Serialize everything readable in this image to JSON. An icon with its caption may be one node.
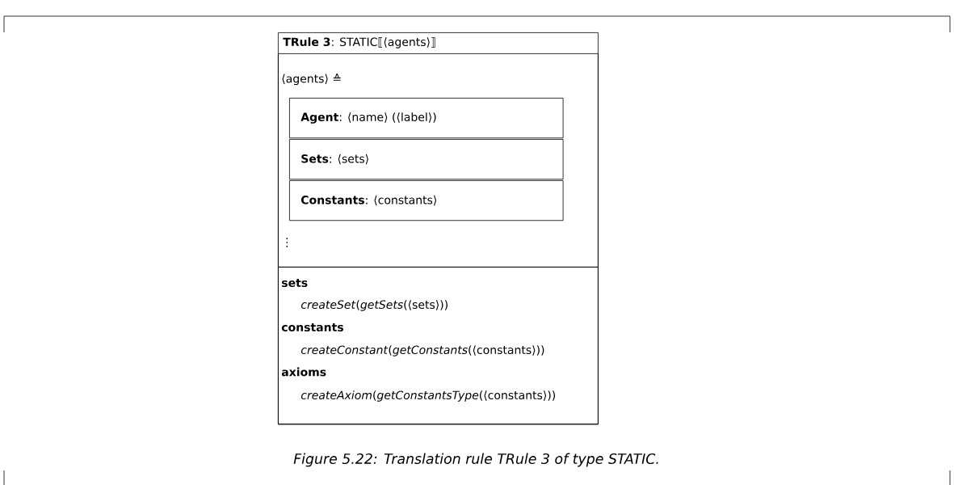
{
  "diagram": {
    "caption": "*Figure 5.22: Translation rule* TRule 3 *of type* STATIC.",
    "nodes": [
      {
        "text": [
          "**TRule 3**: STATIC⟦⟨agents⟩⟧"
        ]
      },
      {
        "text": [
          "⟨agents⟩ ≙",
          "⋮"
        ],
        "in": 0
      },
      {
        "text": [
          "**Agent**: ⟨name⟩ (⟨label⟩)"
        ],
        "in": 1
      },
      {
        "text": [
          "**Sets**: ⟨sets⟩"
        ],
        "in": 1
      },
      {
        "text": [
          "**Constants**: ⟨constants⟩"
        ],
        "in": 1
      },
      {
        "text": [
          "sets",
          "*createSet*(*getSets*(⟨sets⟩))",
          "constants",
          "*createConstant*(*getConstants*(⟨constants⟩))",
          "axioms",
          "*createAxiom*(*getConstantsType*(⟨constants⟩))"
        ],
        "in": 0
      }
    ]
  }
}
